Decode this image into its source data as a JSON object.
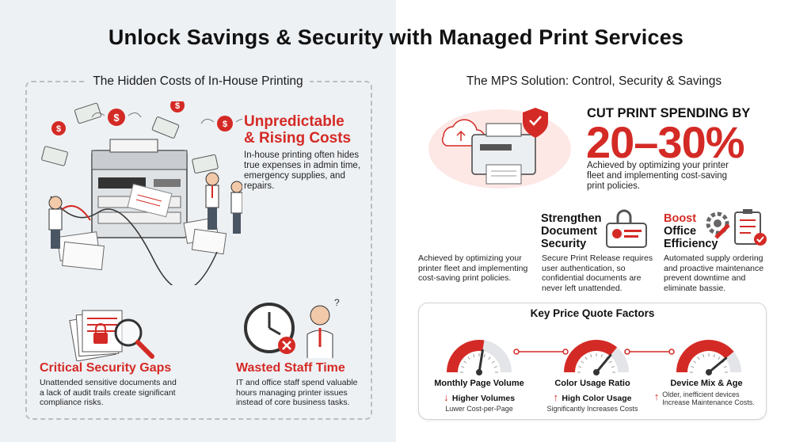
{
  "title": "Unlock Savings & Security with Managed Print Services",
  "left": {
    "heading": "The Hidden Costs of In-House Printing",
    "costs": {
      "heading_line1": "Unpredictable",
      "heading_line2": "& Rising Costs",
      "text_line1": "In-house printing often hides",
      "text_line2": "true expenses in admin time,",
      "text_line3": "emergency supplies, and",
      "text_line4": "repairs."
    },
    "security": {
      "heading": "Critical Security Gaps",
      "text_line1": "Unattended sensitive documents and",
      "text_line2": "a lack of audit trails create significant",
      "text_line3": "compliance risks."
    },
    "time": {
      "heading": "Wasted Staff Time",
      "text_line1": "IT and office staff spend valuable",
      "text_line2": "hours managing printer issues",
      "text_line3": "instead of core business tasks."
    }
  },
  "right": {
    "heading": "The MPS Solution: Control, Security & Savings",
    "cut": {
      "label": "CUT PRINT SPENDING BY",
      "value": "20–30%",
      "text_line1": "Achieved by optimizing your printer",
      "text_line2": "fleet and implementing cost-saving",
      "text_line3": "print policies."
    },
    "extra_text": {
      "line1": "Achieved by optimizing your",
      "line2": "printer fleet and implementing",
      "line3": "cost-saving print policies."
    },
    "strengthen": {
      "heading_line1": "Strengthen",
      "heading_line2": "Document",
      "heading_line3": "Security",
      "text_line1": "Secure Print Release requires",
      "text_line2": "user authentication, so",
      "text_line3": "confidential documents are",
      "text_line4": "never left unattended."
    },
    "boost": {
      "heading_line1": "Boost",
      "heading_line2": "Office",
      "heading_line3": "Efficiency",
      "text_line1": "Automated supply ordering",
      "text_line2": "and proactive maintenance",
      "text_line3": "prevent downtime and",
      "text_line4": "eliminate bassie."
    },
    "factors": {
      "heading": "Key Price Quote Factors",
      "items": [
        {
          "title": "Monthly Page Volume",
          "sub": "Higher Volumes",
          "note": "Luwer Cost-per-Page",
          "direction": "down",
          "level": 0.55
        },
        {
          "title": "Color Usage Ratio",
          "sub": "High Color Usage",
          "note": "Significantly Increases Costs",
          "direction": "up",
          "level": 0.72
        },
        {
          "title": "Device Mix & Age",
          "sub": "",
          "note": "Older, inefficient devices Increase Maintenance Costs.",
          "direction": "up",
          "level": 0.78
        }
      ]
    }
  },
  "colors": {
    "accent": "#d42a25",
    "left_bg": "#eef1f4",
    "ink": "#1a1a1a"
  }
}
